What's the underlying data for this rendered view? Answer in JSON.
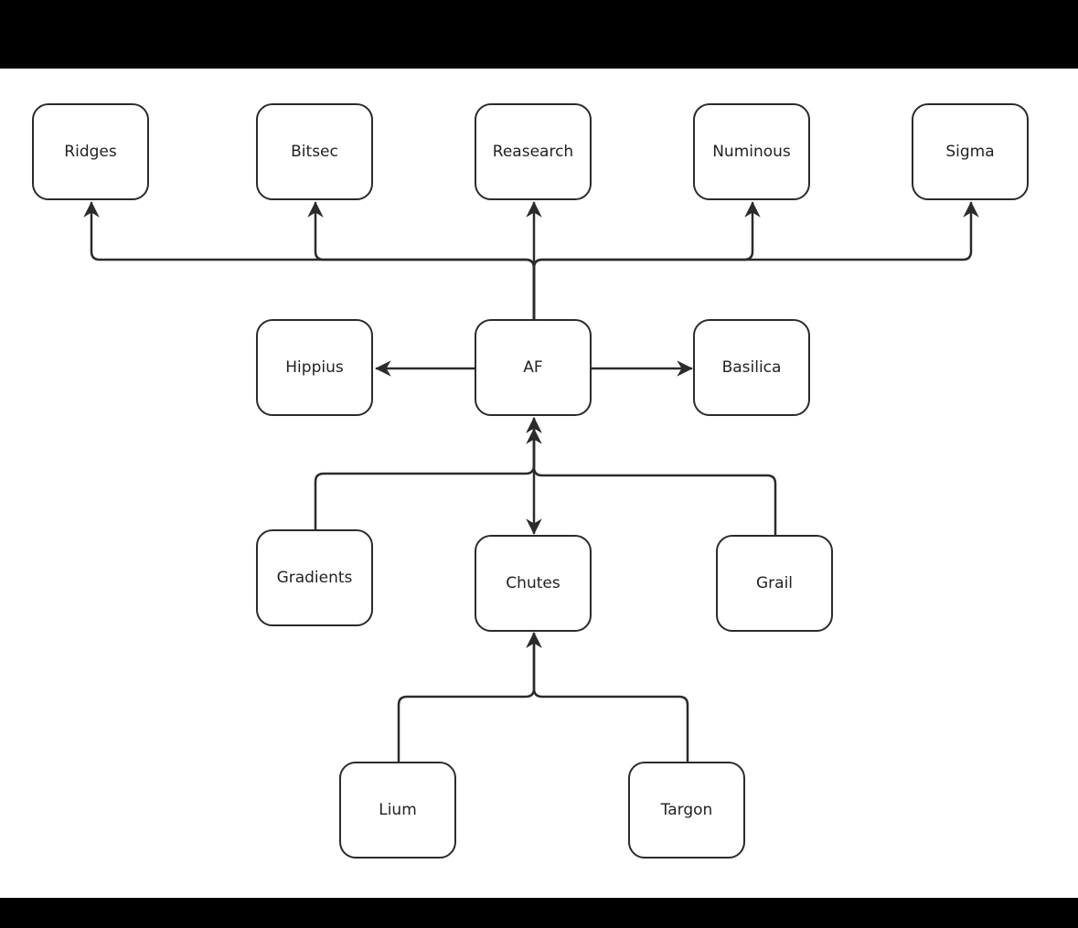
{
  "nodes": {
    "ridges": "Ridges",
    "bitsec": "Bitsec",
    "reasearch": "Reasearch",
    "numinous": "Numinous",
    "sigma": "Sigma",
    "hippius": "Hippius",
    "af": "AF",
    "basilica": "Basilica",
    "gradients": "Gradients",
    "chutes": "Chutes",
    "grail": "Grail",
    "lium": "Lium",
    "targon": "Targon"
  },
  "edges": [
    {
      "from": "AF",
      "to": "Ridges"
    },
    {
      "from": "AF",
      "to": "Bitsec"
    },
    {
      "from": "AF",
      "to": "Reasearch"
    },
    {
      "from": "AF",
      "to": "Numinous"
    },
    {
      "from": "AF",
      "to": "Sigma"
    },
    {
      "from": "AF",
      "to": "Hippius"
    },
    {
      "from": "AF",
      "to": "Basilica"
    },
    {
      "from": "Gradients",
      "to": "AF"
    },
    {
      "from": "Grail",
      "to": "AF"
    },
    {
      "from": "Chutes",
      "to": "AF"
    },
    {
      "from": "AF",
      "to": "Chutes"
    },
    {
      "from": "Lium",
      "to": "Chutes"
    },
    {
      "from": "Targon",
      "to": "Chutes"
    }
  ],
  "colors": {
    "background": "#ffffff",
    "frame": "#000000",
    "stroke": "#2b2b2b",
    "text": "#222222"
  }
}
